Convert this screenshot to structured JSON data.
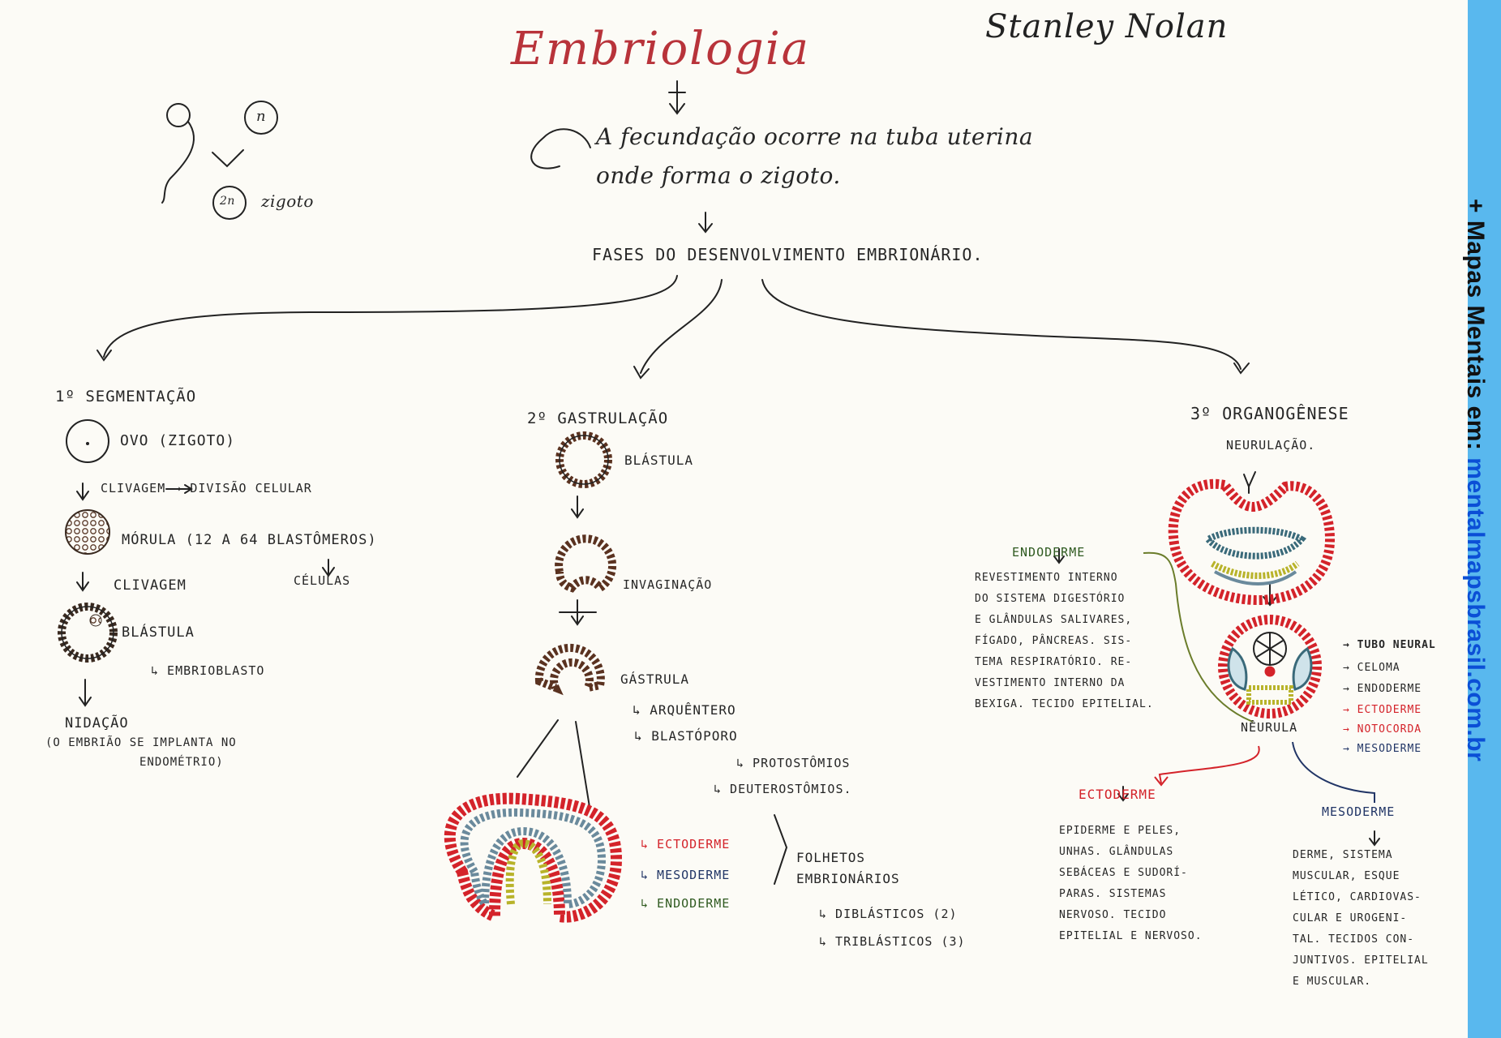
{
  "header": {
    "title": "Embriologia",
    "signature": "Stanley Nolan"
  },
  "intro": {
    "line1": "A fecundação ocorre na tuba uterina",
    "line2": "onde forma o zigoto.",
    "phases_heading": "FASES DO DESENVOLVIMENTO EMBRIONÁRIO."
  },
  "gametes": {
    "ovum_label": "n",
    "zygote_label": "2n",
    "zygote_text": "zigoto"
  },
  "segmentacao": {
    "heading": "1º SEGMENTAÇÃO",
    "ovo": "OVO (ZIGOTO)",
    "clivagem1": "CLIVAGEM → DIVISÃO CELULAR",
    "morula": "MÓRULA (12 a 64 BLASTÔMEROS)",
    "celulas": "CÉLULAS",
    "clivagem2": "CLIVAGEM",
    "blastula": "BLÁSTULA",
    "embrioblasto": "↳ EMBRIOBLASTO",
    "nidacao": "NIDAÇÃO",
    "nidacao_desc1": "(O EMBRIÃO SE IMPLANTA NO",
    "nidacao_desc2": "ENDOMÉTRIO)"
  },
  "gastrulacao": {
    "heading": "2º GASTRULAÇÃO",
    "blastula": "BLÁSTULA",
    "invaginacao": "INVAGINAÇÃO",
    "gastrula": "GÁSTRULA",
    "arquentero": "↳ ARQUÊNTERO",
    "blastoporo": "↳ BLASTÓPORO",
    "protostomios": "↳ PROTOSTÔMIOS",
    "deuterostomios": "↳ DEUTEROSTÔMIOS.",
    "ectoderme": "↳ ECTODERME",
    "mesoderme": "↳ MESODERME",
    "endoderme": "↳ ENDODERME",
    "folhetos1": "FOLHETOS",
    "folhetos2": "EMBRIONÁRIOS",
    "diblasticos": "↳ DIBLÁSTICOS (2)",
    "triblasticos": "↳ TRIBLÁSTICOS (3)"
  },
  "organogenese": {
    "heading": "3º ORGANOGÊNESE",
    "neurulacao": "NEURULAÇÃO.",
    "neurula": "NÊURULA",
    "legend": {
      "tubo_neural": "→ TUBO NEURAL",
      "celoma": "→ CELOMA",
      "endoderme": "→ ENDODERME",
      "ectoderme": "→ ECTODERME",
      "notocorda": "→ NOTOCORDA",
      "mesoderme": "→ MESODERME"
    },
    "endoderme_title": "ENDODERME",
    "endoderme_desc": "REVESTIMENTO INTERNO\nDO SISTEMA DIGESTÓRIO\nE GLÂNDULAS SALIVARES,\nFÍGADO, PÂNCREAS. SIS-\nTEMA RESPIRATÓRIO. RE-\nVESTIMENTO INTERNO DA\nBEXIGA. TECIDO EPITELIAL.",
    "ectoderme_title": "ECTODERME",
    "ectoderme_desc": "EPIDERME E PELES,\nUNHAS. GLÂNDULAS\nSEBÁCEAS E SUDORÍ-\nPARAS. SISTEMAS\nNERVOSO. TECIDO\nEPITELIAL E NERVOSO.",
    "mesoderme_title": "MESODERME",
    "mesoderme_desc": "DERME, SISTEMA\nMUSCULAR, ESQUE\nLÉTICO, CARDIOVAS-\nCULAR E UROGENI-\nTAL. TECIDOS CON-\nJUNTIVOS. EPITELIAL\nE MUSCULAR."
  },
  "sidebar": {
    "prefix": "+ Mapas Mentais em: ",
    "url": "mentalmapsbrasil.com.br"
  },
  "colors": {
    "title": "#b8333a",
    "ectoderme": "#d4232a",
    "mesoderme": "#6a8a9c",
    "endoderme": "#b8b32a",
    "sidebar": "#59b8ee"
  }
}
